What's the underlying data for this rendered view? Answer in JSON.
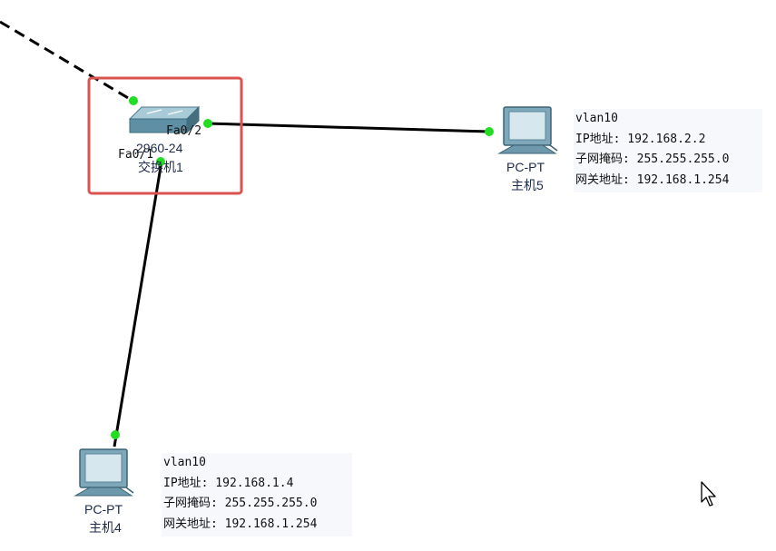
{
  "switch": {
    "model": "2960-24",
    "name": "交换机1",
    "port_fa02": "Fa0/2",
    "port_fa01": "Fa0/1"
  },
  "pc5": {
    "type": "PC-PT",
    "name": "主机5",
    "note": {
      "vlan": "vlan10",
      "ip": "IP地址: 192.168.2.2",
      "mask": "子网掩码: 255.255.255.0",
      "gateway": "网关地址: 192.168.1.254"
    }
  },
  "pc4": {
    "type": "PC-PT",
    "name": "主机4",
    "note": {
      "vlan": "vlan10",
      "ip": "IP地址: 192.168.1.4",
      "mask": "子网掩码: 255.255.255.0",
      "gateway": "网关地址: 192.168.1.254"
    }
  },
  "colors": {
    "link": "#000000",
    "link_up": "#22dd22",
    "highlight": "#d9534f",
    "device_body": "#6a9bb0",
    "note_bg": "#f6f8fc"
  }
}
